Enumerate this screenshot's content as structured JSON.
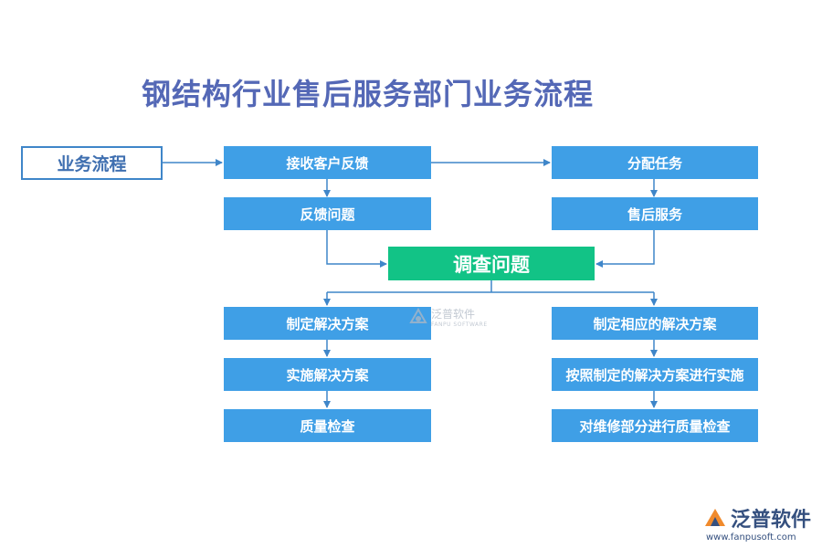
{
  "title": "钢结构行业售后服务部门业务流程",
  "start_label": "业务流程",
  "nodes": {
    "receive_feedback": "接收客户反馈",
    "feedback_issue": "反馈问题",
    "assign_task": "分配任务",
    "after_sales": "售后服务",
    "investigate": "调查问题",
    "make_plan": "制定解决方案",
    "implement_plan": "实施解决方案",
    "quality_check": "质量检查",
    "make_matching_plan": "制定相应的解决方案",
    "implement_by_plan": "按照制定的解决方案进行实施",
    "repair_quality_check": "对维修部分进行质量检查"
  },
  "watermark": {
    "name": "泛普软件",
    "sub": "FANPU SOFTWARE"
  },
  "logo": {
    "name": "泛普软件",
    "url": "www.fanpusoft.com"
  },
  "colors": {
    "box": "#3f9fe6",
    "center": "#12c386",
    "line": "#3f86c9",
    "title": "#5468b6"
  }
}
